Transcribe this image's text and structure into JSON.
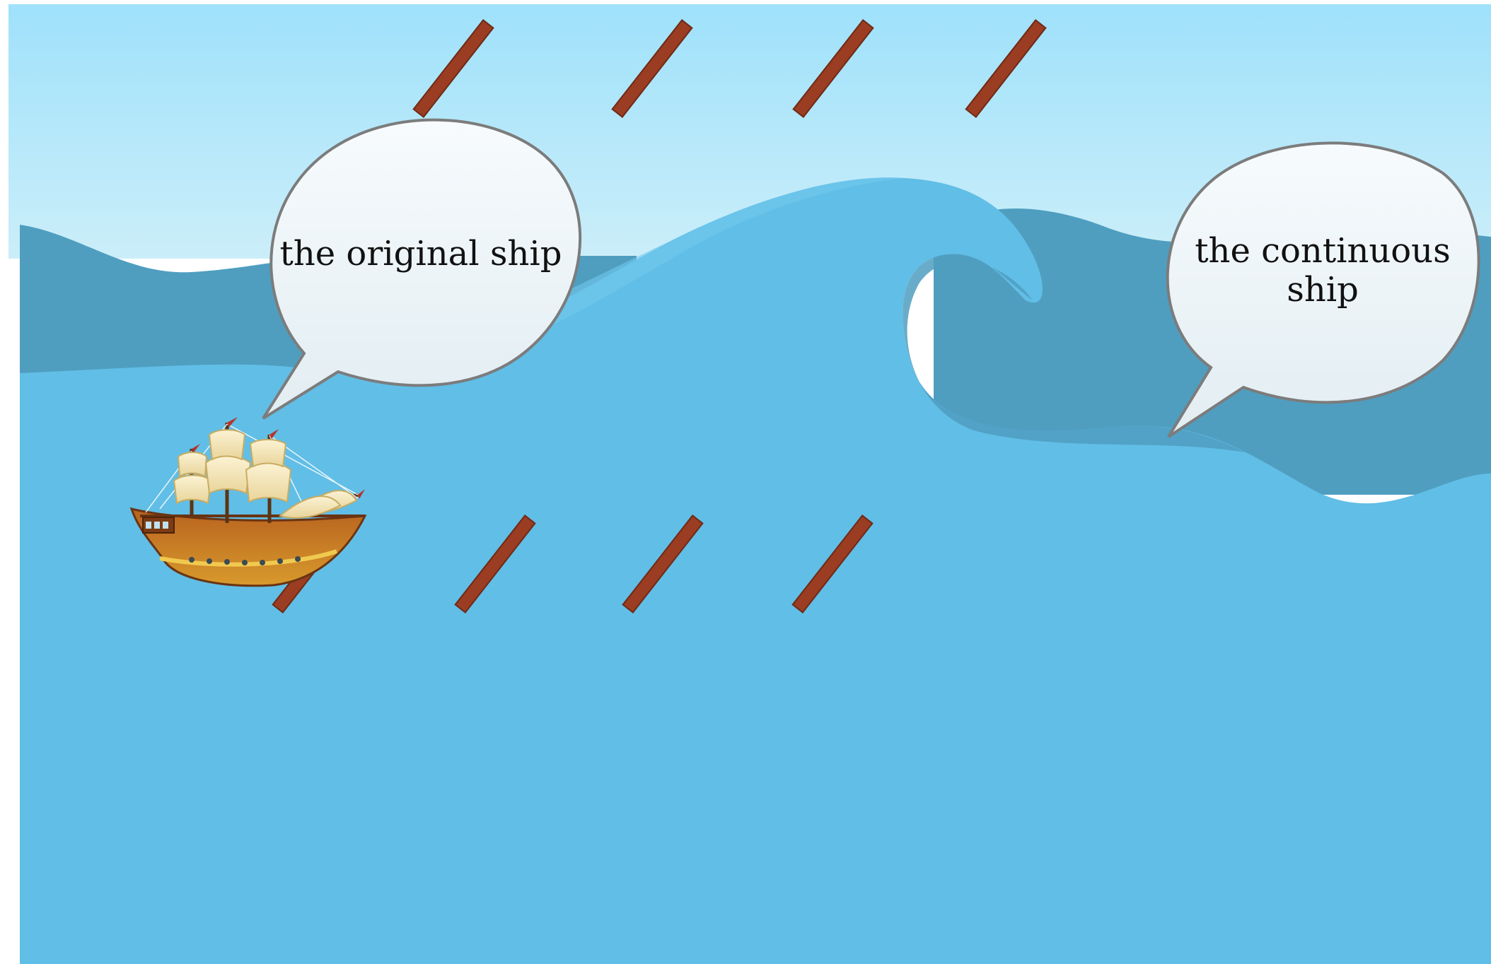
{
  "scene": {
    "colors": {
      "sky_top": "#9fe1fb",
      "sky_bottom": "#c7ecf8",
      "sea": "#61bee6",
      "sea_dark": "#4f9ec0",
      "wave_light": "#5fb5dd",
      "plank": "#9b3d22",
      "plank_edge": "#6f2a15",
      "bubble_fill": "#eef4f7",
      "bubble_stroke": "#7c7c7c"
    },
    "bubbles": [
      {
        "id": "original",
        "text": "the original ship"
      },
      {
        "id": "continuous",
        "text": "the continuous ship"
      }
    ],
    "planks": {
      "top_row_count": 4,
      "bottom_row_count": 4
    },
    "ship": {
      "icon": "sailing-ship-icon"
    }
  }
}
